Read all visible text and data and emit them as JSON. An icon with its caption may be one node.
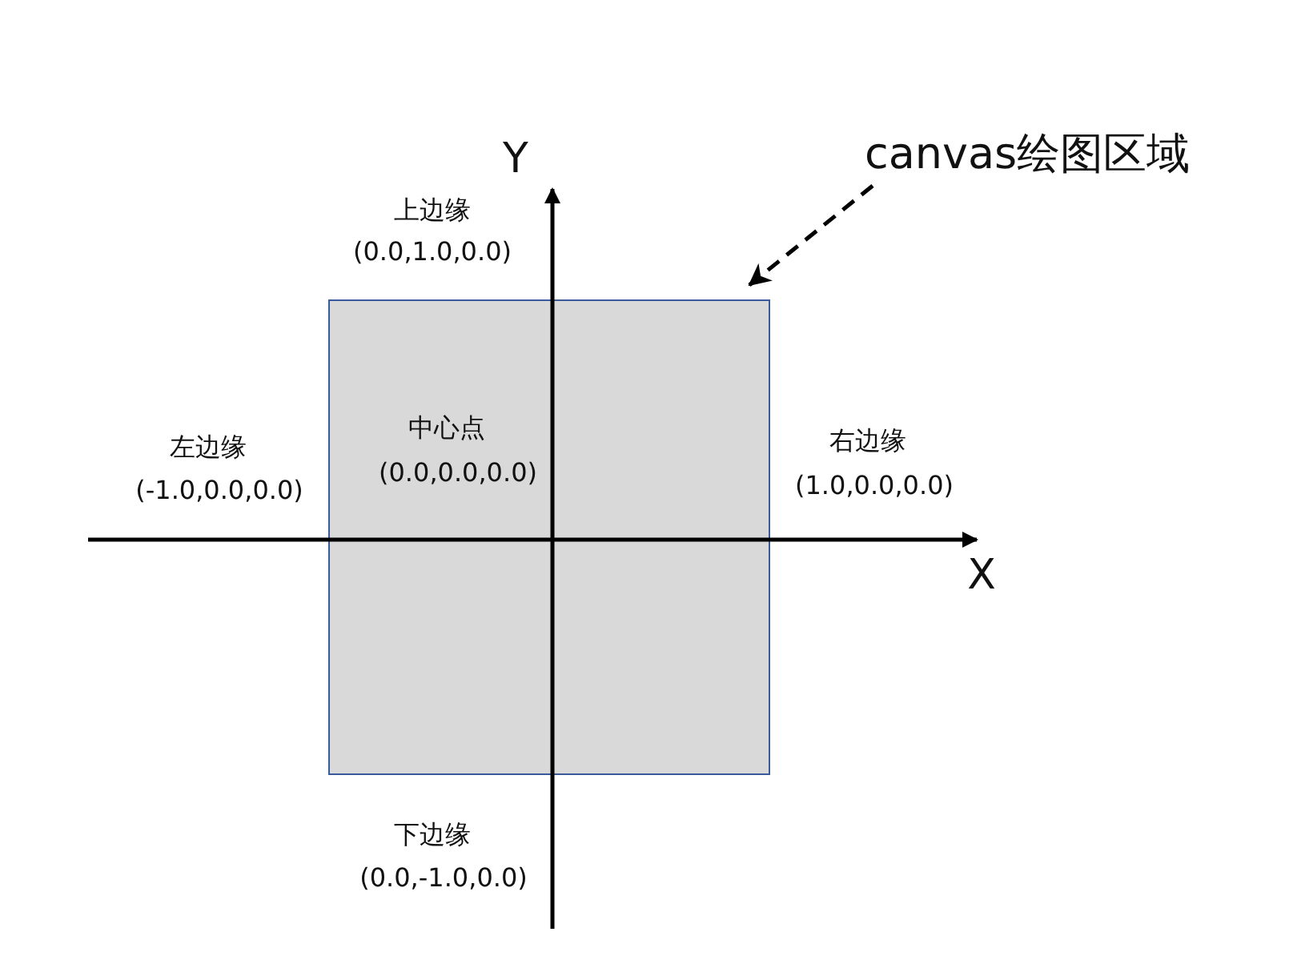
{
  "diagram": {
    "nodes": [
      {
        "text": [
          "中心点",
          "(0.0,0.0,0.0)"
        ]
      },
      {
        "text": [
          "canvas绘图区域"
        ]
      }
    ],
    "edges": [
      {
        "from": 1,
        "to": 0,
        "arrow": "to",
        "style": "dashed"
      }
    ],
    "labels": [
      "Y",
      "上边缘",
      "(0.0,1.0,0.0)",
      "左边缘",
      "(-1.0,0.0,0.0)",
      "右边缘",
      "(1.0,0.0,0.0)",
      "X",
      "下边缘",
      "(0.0,-1.0,0.0)"
    ]
  }
}
